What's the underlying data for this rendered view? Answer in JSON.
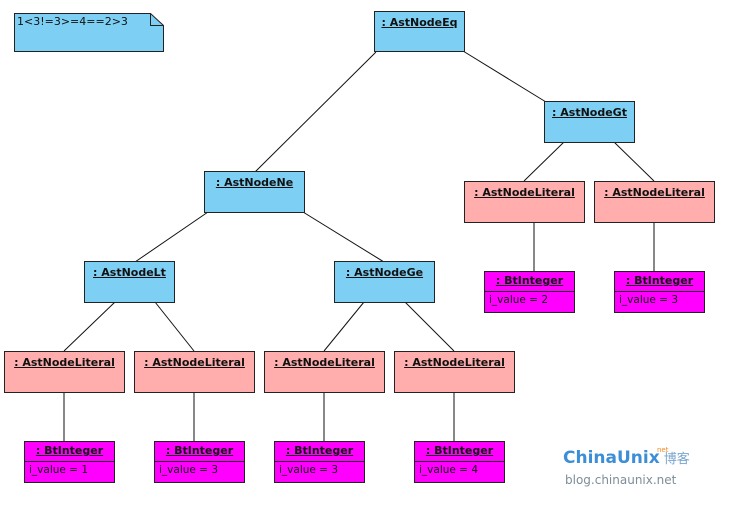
{
  "note": {
    "text": "1<3!=3>=4==2>3"
  },
  "nodes": {
    "eq": ": AstNodeEq",
    "ne": ": AstNodeNe",
    "gt": ": AstNodeGt",
    "lt": ": AstNodeLt",
    "ge": ": AstNodeGe",
    "lit_gt_left": ": AstNodeLiteral",
    "lit_gt_right": ": AstNodeLiteral",
    "lit_lt_left": ": AstNodeLiteral",
    "lit_lt_right": ": AstNodeLiteral",
    "lit_ge_left": ": AstNodeLiteral",
    "lit_ge_right": ": AstNodeLiteral"
  },
  "integers": [
    {
      "title": ": BtInteger",
      "attr": "i_value = 1"
    },
    {
      "title": ": BtInteger",
      "attr": "i_value = 3"
    },
    {
      "title": ": BtInteger",
      "attr": "i_value = 3"
    },
    {
      "title": ": BtInteger",
      "attr": "i_value = 4"
    },
    {
      "title": ": BtInteger",
      "attr": "i_value = 2"
    },
    {
      "title": ": BtInteger",
      "attr": "i_value = 3"
    }
  ],
  "colors": {
    "operator_node": "#7dcff4",
    "literal_node": "#ffadad",
    "integer_node": "#ff00ff"
  },
  "watermark": {
    "brand": "ChinaUnix",
    "brand_cn": "博客",
    "brand_sup": "net",
    "url": "blog.chinaunix.net"
  }
}
